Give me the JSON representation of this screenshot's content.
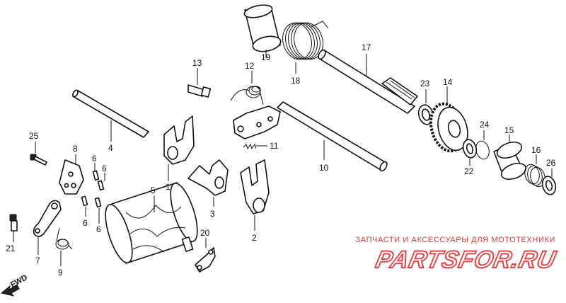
{
  "diagram": {
    "callouts": [
      {
        "id": "1",
        "label": "1"
      },
      {
        "id": "2",
        "label": "2"
      },
      {
        "id": "3",
        "label": "3"
      },
      {
        "id": "4",
        "label": "4"
      },
      {
        "id": "5",
        "label": "5"
      },
      {
        "id": "6a",
        "label": "6"
      },
      {
        "id": "6b",
        "label": "6"
      },
      {
        "id": "6c",
        "label": "6"
      },
      {
        "id": "6d",
        "label": "6"
      },
      {
        "id": "7",
        "label": "7"
      },
      {
        "id": "8",
        "label": "8"
      },
      {
        "id": "9",
        "label": "9"
      },
      {
        "id": "10",
        "label": "10"
      },
      {
        "id": "11",
        "label": "11"
      },
      {
        "id": "12",
        "label": "12"
      },
      {
        "id": "13",
        "label": "13"
      },
      {
        "id": "14",
        "label": "14"
      },
      {
        "id": "15",
        "label": "15"
      },
      {
        "id": "16",
        "label": "16"
      },
      {
        "id": "17",
        "label": "17"
      },
      {
        "id": "18",
        "label": "18"
      },
      {
        "id": "19",
        "label": "19"
      },
      {
        "id": "20",
        "label": "20"
      },
      {
        "id": "21",
        "label": "21"
      },
      {
        "id": "22",
        "label": "22"
      },
      {
        "id": "23",
        "label": "23"
      },
      {
        "id": "24",
        "label": "24"
      },
      {
        "id": "25",
        "label": "25"
      },
      {
        "id": "26",
        "label": "26"
      }
    ],
    "direction_marker": "FWD"
  },
  "watermark": {
    "caption": "ЗАПЧАСТИ И АКСЕССУАРЫ ДЛЯ МОТОТЕХНИКИ",
    "logo_text": "PARTSFOR.RU",
    "color": "#e04646"
  }
}
